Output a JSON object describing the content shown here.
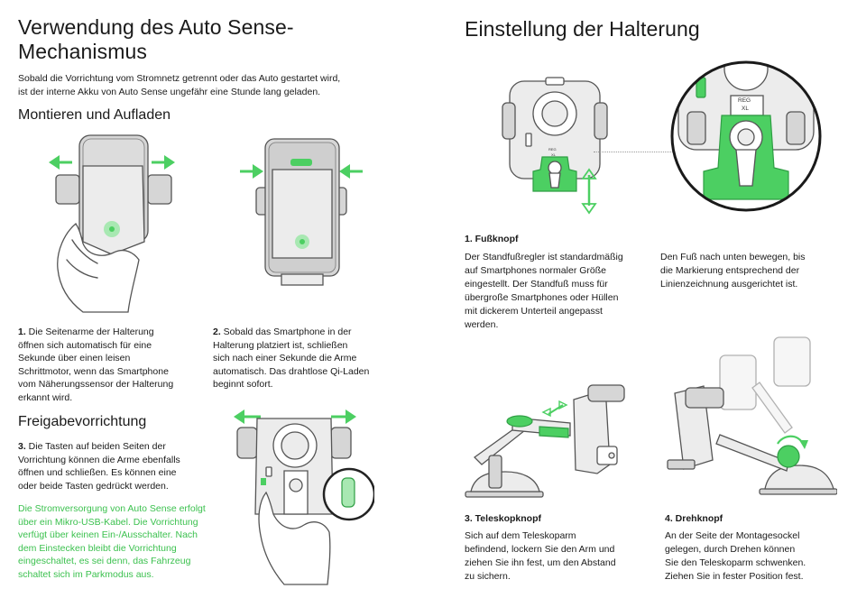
{
  "left": {
    "title_line1": "Verwendung des Auto Sense-",
    "title_line2": "Mechanismus",
    "intro_line1": "Sobald die Vorrichtung vom Stromnetz getrennt oder das Auto gestartet wird,",
    "intro_line2": "ist der interne Akku von Auto Sense ungefähr eine Stunde lang geladen.",
    "section1_heading": "Montieren und Aufladen",
    "step1_num": "1.",
    "step1_lines": [
      " Die Seitenarme der Halterung",
      "öffnen sich automatisch für eine",
      "Sekunde über einen leisen",
      "Schrittmotor, wenn das Smartphone",
      "vom Näherungssensor der Halterung",
      "erkannt wird."
    ],
    "step2_num": "2.",
    "step2_lines": [
      " Sobald das Smartphone in der",
      "Halterung platziert ist, schließen",
      "sich nach einer Sekunde die Arme",
      "automatisch. Das drahtlose Qi-Laden",
      "beginnt sofort."
    ],
    "section2_heading": "Freigabevorrichtung",
    "step3_num": "3.",
    "step3_lines": [
      " Die Tasten auf beiden Seiten der",
      "Vorrichtung können die Arme ebenfalls",
      "öffnen und schließen. Es können eine",
      "oder beide Tasten gedrückt werden."
    ],
    "green_note_lines": [
      "Die Stromversorgung von Auto Sense erfolgt",
      "über ein Mikro-USB-Kabel. Die Vorrichtung",
      "verfügt über keinen Ein-/Ausschalter. Nach",
      "dem Einstecken bleibt die Vorrichtung",
      "eingeschaltet, es sei denn, das Fahrzeug",
      "schaltet sich im Parkmodus aus."
    ]
  },
  "right": {
    "title": "Einstellung der Halterung",
    "size_label_top": "REG",
    "size_label_bottom": "XL",
    "size_label_small_top": "REG",
    "size_label_small_bottom": "XL",
    "step1_heading": "1. Fußknopf",
    "step1_lines": [
      "Der Standfußregler ist standardmäßig",
      "auf Smartphones normaler Größe",
      "eingestellt. Der Standfuß muss für",
      "übergroße Smartphones oder Hüllen",
      "mit dickerem Unterteil angepasst",
      "werden."
    ],
    "step1b_lines": [
      "Den Fuß nach unten bewegen, bis",
      "die Markierung entsprechend der",
      "Linienzeichnung ausgerichtet ist."
    ],
    "step3_heading": "3. Teleskopknopf",
    "step3_lines": [
      "Sich auf dem Teleskoparm",
      "befindend, lockern Sie den Arm und",
      "ziehen Sie ihn fest, um den Abstand",
      "zu sichern."
    ],
    "step4_heading": "4. Drehknopf",
    "step4_lines": [
      "An der Seite der Montagesockel",
      "gelegen, durch Drehen können",
      "Sie den Teleskoparm schwenken.",
      "Ziehen Sie in fester Position fest."
    ]
  },
  "colors": {
    "accent_green": "#4ccf62",
    "text": "#1a1a1a"
  }
}
